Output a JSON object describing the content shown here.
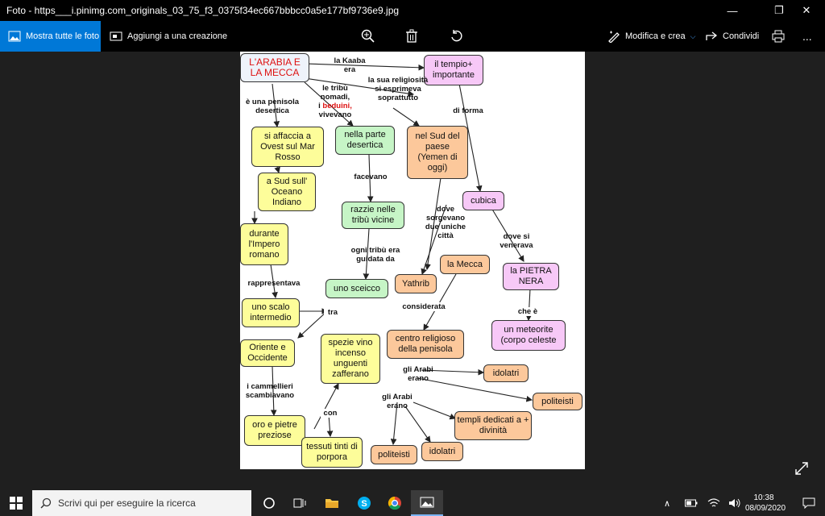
{
  "window": {
    "title": "Foto - https___i.pinimg.com_originals_03_75_f3_0375f34ec667bbbcc0a5e177bf9736e9.jpg",
    "min": "—",
    "max": "❐",
    "close": "✕"
  },
  "toolbar": {
    "show_all": "Mostra tutte le foto",
    "add_creation": "Aggiungi a una creazione",
    "edit_create": "Modifica e crea",
    "share": "Condividi",
    "more": "..."
  },
  "diagram": {
    "nodes": {
      "title": "L'ARABIA E LA MECCA",
      "tempio": "il tempio+ importante",
      "affaccia": "si affaccia a Ovest sul Mar Rosso",
      "desertica": "nella parte desertica",
      "sud_yemen": "nel Sud del paese (Yemen di oggi)",
      "sud_oceano": "a Sud sull' Oceano Indiano",
      "cubica": "cubica",
      "razzie": "razzie nelle tribù vicine",
      "impero": "durante l'Impero romano",
      "mecca": "la Mecca",
      "pietra": "la PIETRA NERA",
      "yathrib": "Yathrib",
      "sceicco": "uno sceicco",
      "scalo": "uno scalo intermedio",
      "meteorite": "un meteorite (corpo celeste",
      "centro": "centro religioso della penisola",
      "spezie": "spezie vino incenso unguenti zafferano",
      "oriente": "Oriente e Occidente",
      "idolatri1": "idolatri",
      "politeisti1": "politeisti",
      "templi": "templi dedicati a + divinità",
      "oro": "oro e pietre preziose",
      "tessuti": "tessuti tinti di porpora",
      "politeisti2": "politeisti",
      "idolatri2": "idolatri"
    },
    "links": {
      "kaaba": "la Kaaba era",
      "tribu_a": "le tribù nomadi,",
      "tribu_b": "i ",
      "beduini": "beduini,",
      "tribu_c": "vivevano",
      "religiosita": "la sua religiosità si esprimeva soprattutto",
      "penisola": "è una penisola desertica",
      "di_forma": "di forma",
      "facevano": "facevano",
      "dove_sorgevano": "dove sorgevano due uniche città",
      "dove_venerava": "dove si venerava",
      "ogni_tribu": "ogni tribù era guidata da",
      "rappresentava": "rappresentava",
      "tra": "tra",
      "considerata": "considerata",
      "che_e": "che è",
      "arabi1": "gli Arabi erano",
      "cammellieri": "i cammellieri scambiavano",
      "arabi2": "gli Arabi erano",
      "con": "con"
    }
  },
  "taskbar": {
    "search_placeholder": "Scrivi qui per eseguire la ricerca",
    "time": "10:38",
    "date": "08/09/2020"
  }
}
